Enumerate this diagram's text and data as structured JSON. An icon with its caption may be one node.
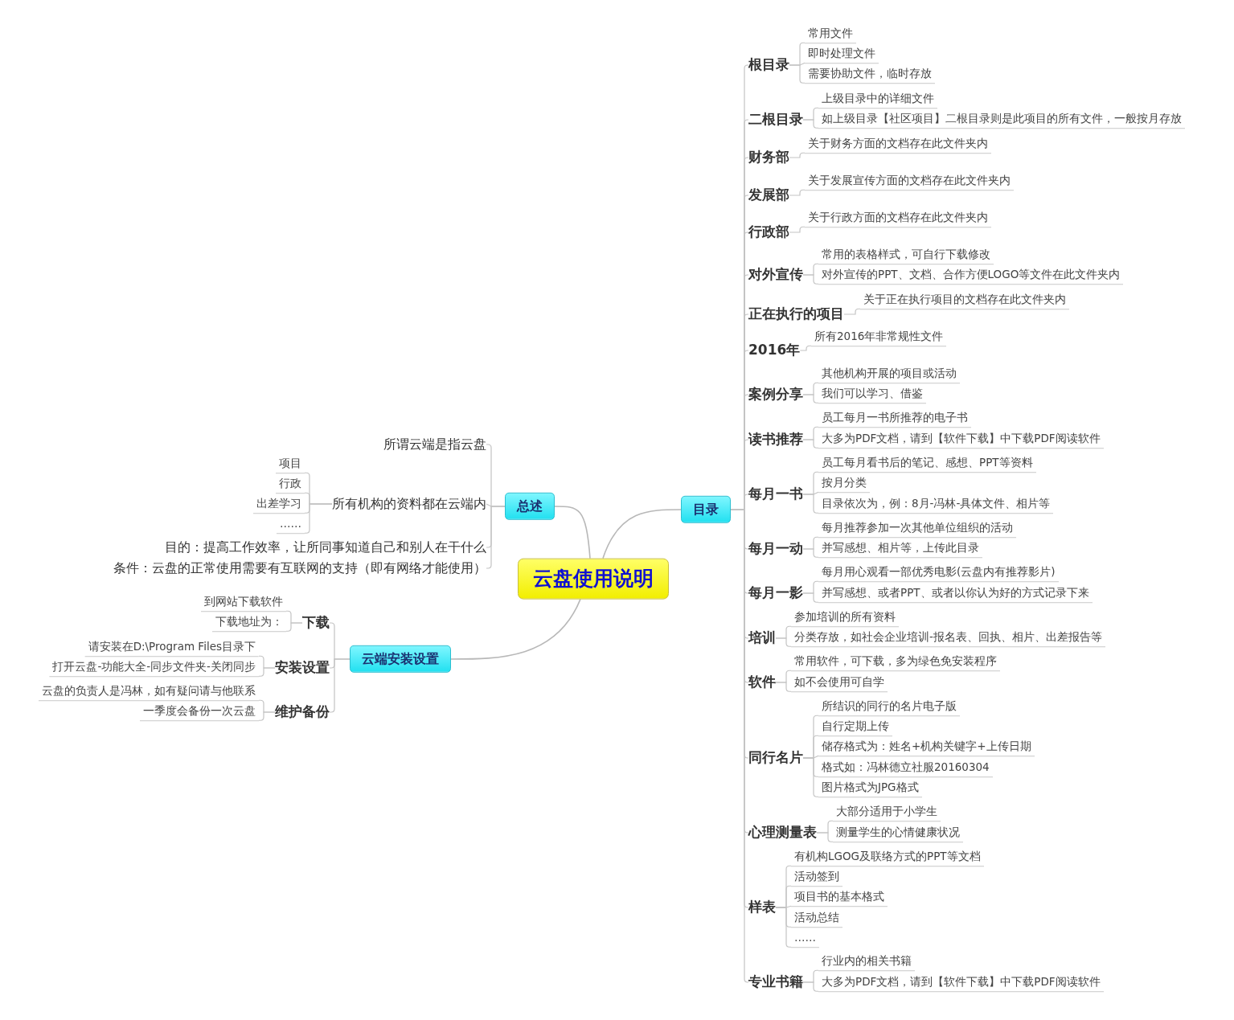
{
  "diagram": {
    "nodes": [
      {
        "text": [
          "云盘使用说明"
        ]
      },
      {
        "text": [
          "总述"
        ]
      },
      {
        "text": [
          "所谓云端是指云盘"
        ]
      },
      {
        "text": [
          "所有机构的资料都在云端内"
        ]
      },
      {
        "text": [
          "项目"
        ]
      },
      {
        "text": [
          "行政"
        ]
      },
      {
        "text": [
          "出差学习"
        ]
      },
      {
        "text": [
          "……"
        ]
      },
      {
        "text": [
          "目的：提高工作效率，让所同事知道自己和别人在干什么"
        ]
      },
      {
        "text": [
          "条件：云盘的正常使用需要有互联网的支持（即有网络才能使用）"
        ]
      },
      {
        "text": [
          "云端安装设置"
        ]
      },
      {
        "text": [
          "下载"
        ]
      },
      {
        "text": [
          "到网站下载软件"
        ]
      },
      {
        "text": [
          "下载地址为："
        ]
      },
      {
        "text": [
          "安装设置"
        ]
      },
      {
        "text": [
          "请安装在D:\\Program Files目录下"
        ]
      },
      {
        "text": [
          "打开云盘-功能大全-同步文件夹-关闭同步"
        ]
      },
      {
        "text": [
          "维护备份"
        ]
      },
      {
        "text": [
          "云盘的负责人是冯林，如有疑问请与他联系"
        ]
      },
      {
        "text": [
          "一季度会备份一次云盘"
        ]
      },
      {
        "text": [
          "目录"
        ]
      },
      {
        "text": [
          "根目录"
        ]
      },
      {
        "text": [
          "常用文件"
        ]
      },
      {
        "text": [
          "即时处理文件"
        ]
      },
      {
        "text": [
          "需要协助文件，临时存放"
        ]
      },
      {
        "text": [
          "二根目录"
        ]
      },
      {
        "text": [
          "上级目录中的详细文件"
        ]
      },
      {
        "text": [
          "如上级目录【社区项目】二根目录则是此项目的所有文件，一般按月存放"
        ]
      },
      {
        "text": [
          "财务部"
        ]
      },
      {
        "text": [
          "关于财务方面的文档存在此文件夹内"
        ]
      },
      {
        "text": [
          "发展部"
        ]
      },
      {
        "text": [
          "关于发展宣传方面的文档存在此文件夹内"
        ]
      },
      {
        "text": [
          "行政部"
        ]
      },
      {
        "text": [
          "关于行政方面的文档存在此文件夹内"
        ]
      },
      {
        "text": [
          "对外宣传"
        ]
      },
      {
        "text": [
          "常用的表格样式，可自行下载修改"
        ]
      },
      {
        "text": [
          "对外宣传的PPT、文档、合作方便LOGO等文件在此文件夹内"
        ]
      },
      {
        "text": [
          "正在执行的项目"
        ]
      },
      {
        "text": [
          "关于正在执行项目的文档存在此文件夹内"
        ]
      },
      {
        "text": [
          "2016年"
        ]
      },
      {
        "text": [
          "所有2016年非常规性文件"
        ]
      },
      {
        "text": [
          "案例分享"
        ]
      },
      {
        "text": [
          "其他机构开展的项目或活动"
        ]
      },
      {
        "text": [
          "我们可以学习、借鉴"
        ]
      },
      {
        "text": [
          "读书推荐"
        ]
      },
      {
        "text": [
          "员工每月一书所推荐的电子书"
        ]
      },
      {
        "text": [
          "大多为PDF文档，请到【软件下载】中下载PDF阅读软件"
        ]
      },
      {
        "text": [
          "每月一书"
        ]
      },
      {
        "text": [
          "员工每月看书后的笔记、感想、PPT等资料"
        ]
      },
      {
        "text": [
          "按月分类"
        ]
      },
      {
        "text": [
          "目录依次为，例：8月-冯林-具体文件、相片等"
        ]
      },
      {
        "text": [
          "每月一动"
        ]
      },
      {
        "text": [
          "每月推荐参加一次其他单位组织的活动"
        ]
      },
      {
        "text": [
          "并写感想、相片等，上传此目录"
        ]
      },
      {
        "text": [
          "每月一影"
        ]
      },
      {
        "text": [
          "每月用心观看一部优秀电影(云盘内有推荐影片)"
        ]
      },
      {
        "text": [
          "并写感想、或者PPT、或者以你认为好的方式记录下来"
        ]
      },
      {
        "text": [
          "培训"
        ]
      },
      {
        "text": [
          "参加培训的所有资料"
        ]
      },
      {
        "text": [
          "分类存放，如社会企业培训-报名表、回执、相片、出差报告等"
        ]
      },
      {
        "text": [
          "软件"
        ]
      },
      {
        "text": [
          "常用软件，可下载，多为绿色免安装程序"
        ]
      },
      {
        "text": [
          "如不会使用可自学"
        ]
      },
      {
        "text": [
          "同行名片"
        ]
      },
      {
        "text": [
          "所结识的同行的名片电子版"
        ]
      },
      {
        "text": [
          "自行定期上传"
        ]
      },
      {
        "text": [
          "储存格式为：姓名+机构关键字+上传日期"
        ]
      },
      {
        "text": [
          "格式如：冯林德立社服20160304"
        ]
      },
      {
        "text": [
          "图片格式为JPG格式"
        ]
      },
      {
        "text": [
          "心理测量表"
        ]
      },
      {
        "text": [
          "大部分适用于小学生"
        ]
      },
      {
        "text": [
          "测量学生的心情健康状况"
        ]
      },
      {
        "text": [
          "样表"
        ]
      },
      {
        "text": [
          "有机构LGOG及联络方式的PPT等文档"
        ]
      },
      {
        "text": [
          "活动签到"
        ]
      },
      {
        "text": [
          "项目书的基本格式"
        ]
      },
      {
        "text": [
          "活动总结"
        ]
      },
      {
        "text": [
          "……"
        ]
      },
      {
        "text": [
          "专业书籍"
        ]
      },
      {
        "text": [
          "行业内的相关书籍"
        ]
      },
      {
        "text": [
          "大多为PDF文档，请到【软件下载】中下载PDF阅读软件"
        ]
      }
    ],
    "edges": [
      {
        "from": 0,
        "to": 1,
        "arrow": "none"
      },
      {
        "from": 0,
        "to": 10,
        "arrow": "none"
      },
      {
        "from": 0,
        "to": 20,
        "arrow": "none"
      },
      {
        "from": 1,
        "to": 2,
        "arrow": "none"
      },
      {
        "from": 1,
        "to": 3,
        "arrow": "none"
      },
      {
        "from": 1,
        "to": 8,
        "arrow": "none"
      },
      {
        "from": 1,
        "to": 9,
        "arrow": "none"
      },
      {
        "from": 3,
        "to": 4,
        "arrow": "none"
      },
      {
        "from": 3,
        "to": 5,
        "arrow": "none"
      },
      {
        "from": 3,
        "to": 6,
        "arrow": "none"
      },
      {
        "from": 3,
        "to": 7,
        "arrow": "none"
      },
      {
        "from": 10,
        "to": 11,
        "arrow": "none"
      },
      {
        "from": 10,
        "to": 14,
        "arrow": "none"
      },
      {
        "from": 10,
        "to": 17,
        "arrow": "none"
      },
      {
        "from": 11,
        "to": 12,
        "arrow": "none"
      },
      {
        "from": 11,
        "to": 13,
        "arrow": "none"
      },
      {
        "from": 14,
        "to": 15,
        "arrow": "none"
      },
      {
        "from": 14,
        "to": 16,
        "arrow": "none"
      },
      {
        "from": 17,
        "to": 18,
        "arrow": "none"
      },
      {
        "from": 17,
        "to": 19,
        "arrow": "none"
      },
      {
        "from": 20,
        "to": 21,
        "arrow": "none"
      },
      {
        "from": 20,
        "to": 25,
        "arrow": "none"
      },
      {
        "from": 20,
        "to": 28,
        "arrow": "none"
      },
      {
        "from": 20,
        "to": 30,
        "arrow": "none"
      },
      {
        "from": 20,
        "to": 32,
        "arrow": "none"
      },
      {
        "from": 20,
        "to": 34,
        "arrow": "none"
      },
      {
        "from": 20,
        "to": 37,
        "arrow": "none"
      },
      {
        "from": 20,
        "to": 39,
        "arrow": "none"
      },
      {
        "from": 20,
        "to": 41,
        "arrow": "none"
      },
      {
        "from": 20,
        "to": 44,
        "arrow": "none"
      },
      {
        "from": 20,
        "to": 47,
        "arrow": "none"
      },
      {
        "from": 20,
        "to": 51,
        "arrow": "none"
      },
      {
        "from": 20,
        "to": 54,
        "arrow": "none"
      },
      {
        "from": 20,
        "to": 57,
        "arrow": "none"
      },
      {
        "from": 20,
        "to": 60,
        "arrow": "none"
      },
      {
        "from": 20,
        "to": 63,
        "arrow": "none"
      },
      {
        "from": 20,
        "to": 69,
        "arrow": "none"
      },
      {
        "from": 20,
        "to": 72,
        "arrow": "none"
      },
      {
        "from": 20,
        "to": 78,
        "arrow": "none"
      },
      {
        "from": 21,
        "to": 22,
        "arrow": "none"
      },
      {
        "from": 21,
        "to": 23,
        "arrow": "none"
      },
      {
        "from": 21,
        "to": 24,
        "arrow": "none"
      },
      {
        "from": 25,
        "to": 26,
        "arrow": "none"
      },
      {
        "from": 25,
        "to": 27,
        "arrow": "none"
      },
      {
        "from": 28,
        "to": 29,
        "arrow": "none"
      },
      {
        "from": 30,
        "to": 31,
        "arrow": "none"
      },
      {
        "from": 32,
        "to": 33,
        "arrow": "none"
      },
      {
        "from": 34,
        "to": 35,
        "arrow": "none"
      },
      {
        "from": 34,
        "to": 36,
        "arrow": "none"
      },
      {
        "from": 37,
        "to": 38,
        "arrow": "none"
      },
      {
        "from": 39,
        "to": 40,
        "arrow": "none"
      },
      {
        "from": 41,
        "to": 42,
        "arrow": "none"
      },
      {
        "from": 41,
        "to": 43,
        "arrow": "none"
      },
      {
        "from": 44,
        "to": 45,
        "arrow": "none"
      },
      {
        "from": 44,
        "to": 46,
        "arrow": "none"
      },
      {
        "from": 47,
        "to": 48,
        "arrow": "none"
      },
      {
        "from": 47,
        "to": 49,
        "arrow": "none"
      },
      {
        "from": 47,
        "to": 50,
        "arrow": "none"
      },
      {
        "from": 51,
        "to": 52,
        "arrow": "none"
      },
      {
        "from": 51,
        "to": 53,
        "arrow": "none"
      },
      {
        "from": 54,
        "to": 55,
        "arrow": "none"
      },
      {
        "from": 54,
        "to": 56,
        "arrow": "none"
      },
      {
        "from": 57,
        "to": 58,
        "arrow": "none"
      },
      {
        "from": 57,
        "to": 59,
        "arrow": "none"
      },
      {
        "from": 60,
        "to": 61,
        "arrow": "none"
      },
      {
        "from": 60,
        "to": 62,
        "arrow": "none"
      },
      {
        "from": 63,
        "to": 64,
        "arrow": "none"
      },
      {
        "from": 63,
        "to": 65,
        "arrow": "none"
      },
      {
        "from": 63,
        "to": 66,
        "arrow": "none"
      },
      {
        "from": 63,
        "to": 67,
        "arrow": "none"
      },
      {
        "from": 63,
        "to": 68,
        "arrow": "none"
      },
      {
        "from": 69,
        "to": 70,
        "arrow": "none"
      },
      {
        "from": 69,
        "to": 71,
        "arrow": "none"
      },
      {
        "from": 72,
        "to": 73,
        "arrow": "none"
      },
      {
        "from": 72,
        "to": 74,
        "arrow": "none"
      },
      {
        "from": 72,
        "to": 75,
        "arrow": "none"
      },
      {
        "from": 72,
        "to": 76,
        "arrow": "none"
      },
      {
        "from": 72,
        "to": 77,
        "arrow": "none"
      },
      {
        "from": 78,
        "to": 79,
        "arrow": "none"
      },
      {
        "from": 78,
        "to": 80,
        "arrow": "none"
      }
    ]
  }
}
